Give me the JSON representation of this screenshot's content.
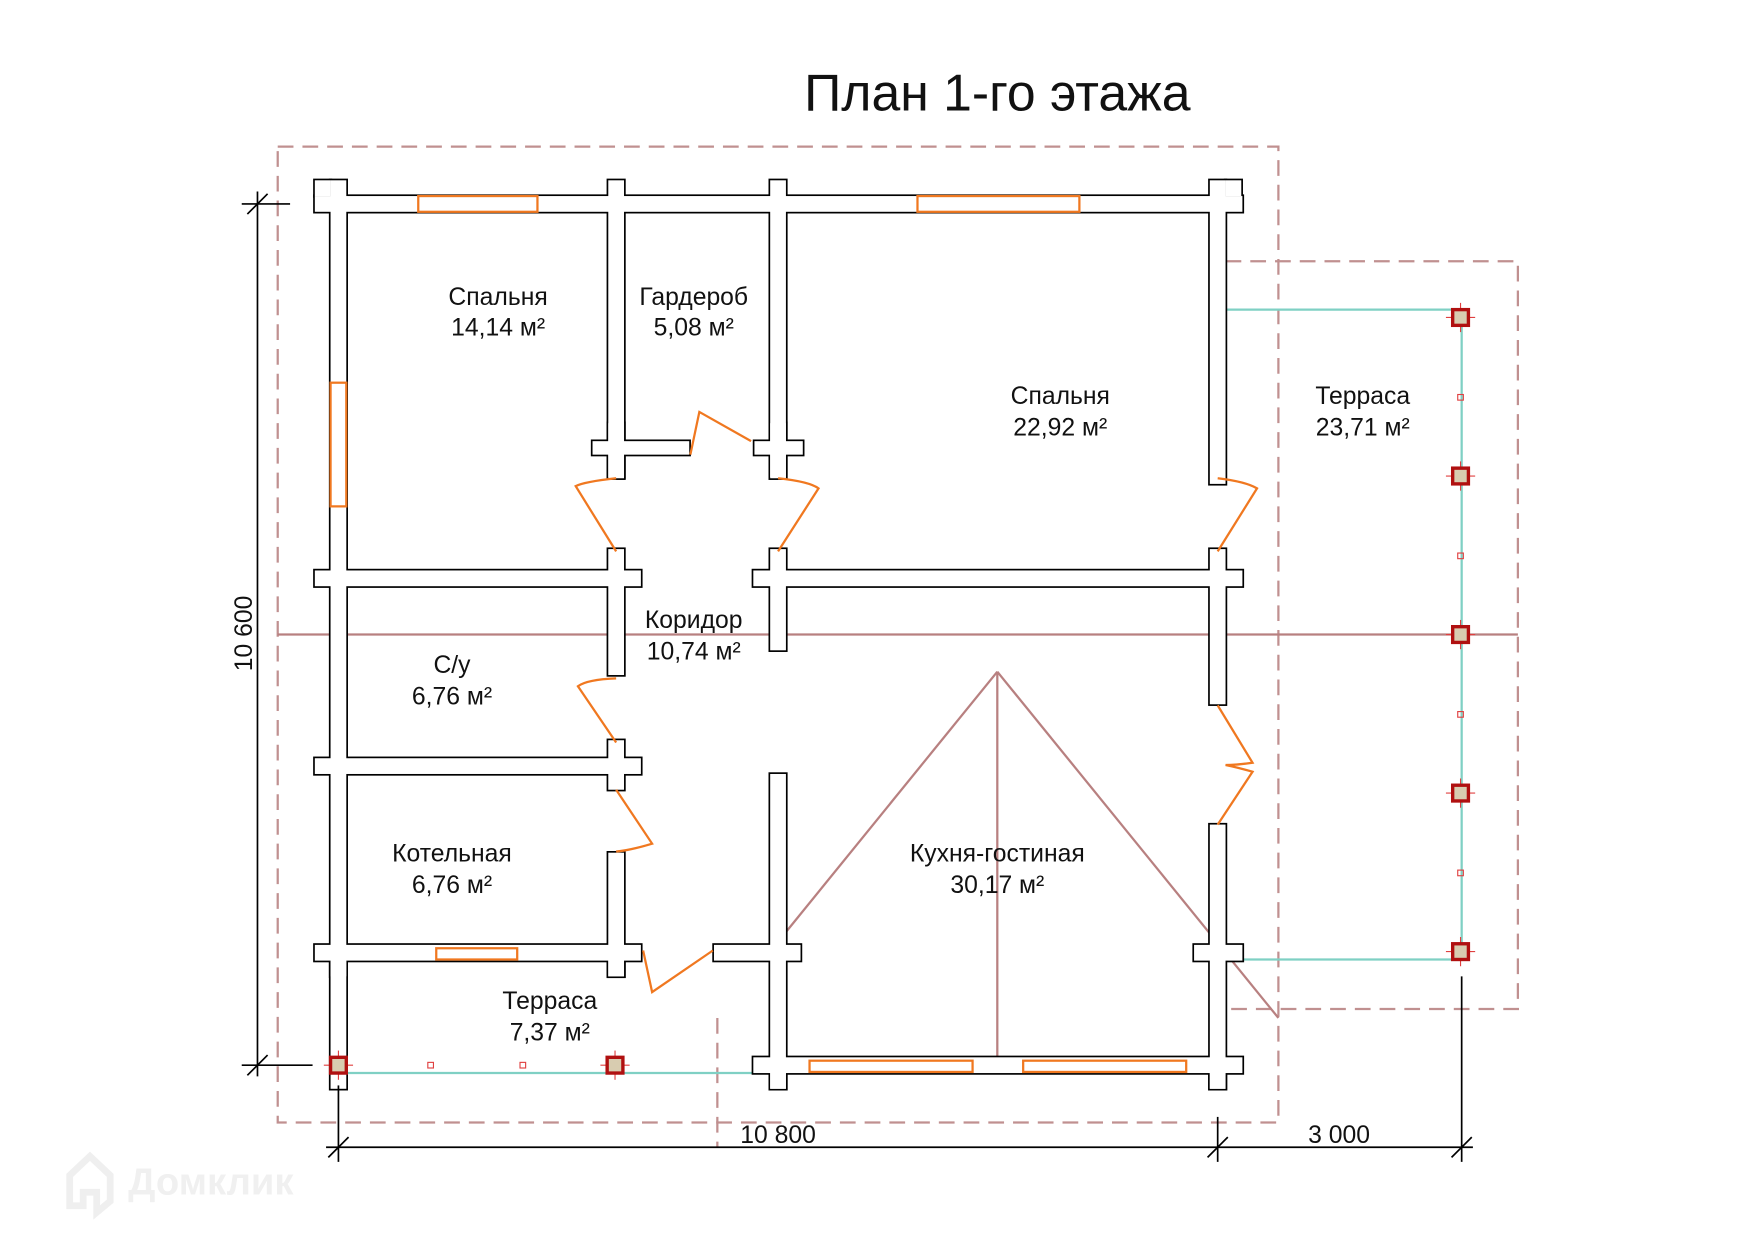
{
  "title": "План 1-го этажа",
  "rooms": [
    {
      "name": "Спальня",
      "area": "14,14 м²"
    },
    {
      "name": "Гардероб",
      "area": "5,08 м²"
    },
    {
      "name": "Спальня",
      "area": "22,92 м²"
    },
    {
      "name": "Терраса",
      "area": "23,71 м²"
    },
    {
      "name": "Коридор",
      "area": "10,74 м²"
    },
    {
      "name": "С/у",
      "area": "6,76 м²"
    },
    {
      "name": "Котельная",
      "area": "6,76 м²"
    },
    {
      "name": "Кухня-гостиная",
      "area": "30,17 м²"
    },
    {
      "name": "Терраса",
      "area": "7,37 м²"
    }
  ],
  "dimensions": {
    "height": "10 600",
    "width": "10 800",
    "terrace_width": "3 000"
  },
  "watermark": "Домклик",
  "colors": {
    "wall": "#000000",
    "door": "#f07820",
    "outline": "#c09090",
    "railing": "#7fd0c4",
    "post": "#b01010"
  }
}
